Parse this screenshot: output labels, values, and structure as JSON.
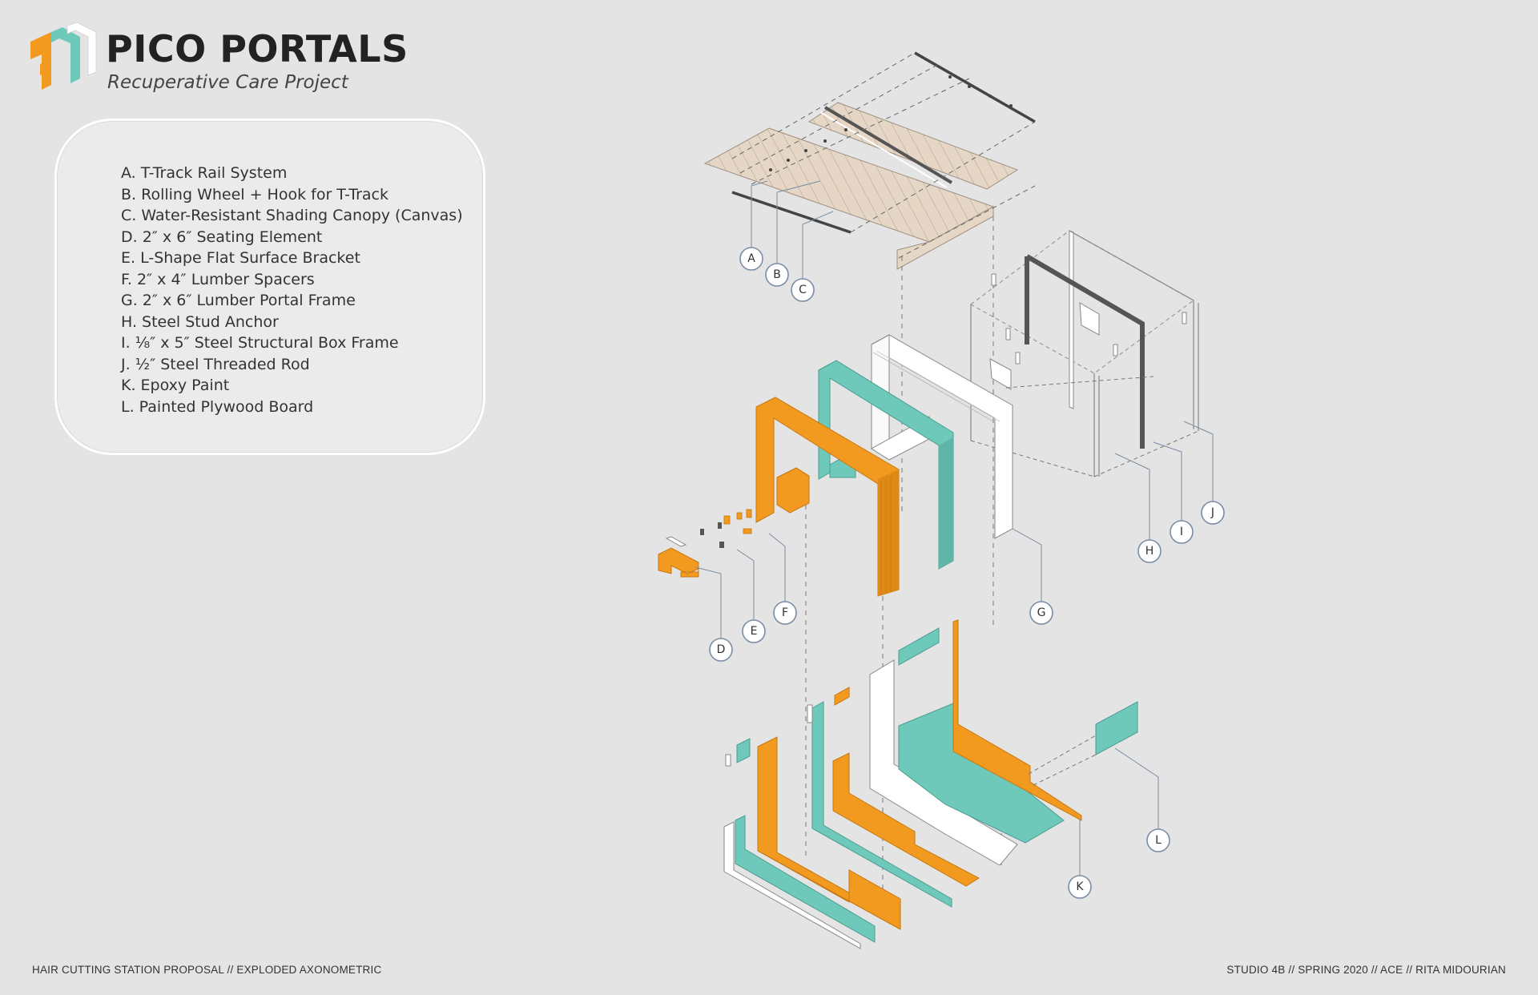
{
  "header": {
    "title": "PICO PORTALS",
    "subtitle": "Recuperative Care Project"
  },
  "legend": {
    "items": [
      "A. T-Track Rail System",
      "B. Rolling Wheel + Hook for T-Track",
      "C. Water-Resistant Shading Canopy (Canvas)",
      "D. 2″ x 6″ Seating Element",
      "E. L-Shape Flat Surface Bracket",
      "F. 2″ x 4″ Lumber Spacers",
      "G. 2″ x 6″ Lumber Portal Frame",
      "H. Steel Stud Anchor",
      "I. ¹⁄₈″ x 5″ Steel Structural Box Frame",
      "J. ¹⁄₂″ Steel Threaded Rod",
      "K. Epoxy Paint",
      "L. Painted Plywood Board"
    ]
  },
  "callouts": [
    "A",
    "B",
    "C",
    "D",
    "E",
    "F",
    "G",
    "H",
    "I",
    "J",
    "K",
    "L"
  ],
  "colors": {
    "background": "#e4e4e4",
    "orange": "#f29a1f",
    "teal": "#6ec9bb",
    "canvas": "#e6d6c6",
    "steel": "#555555",
    "callout_line": "#7b8da4"
  },
  "footer": {
    "left": "HAIR CUTTING STATION PROPOSAL // EXPLODED AXONOMETRIC",
    "right": "STUDIO 4B // SPRING 2020 // ACE // RITA MIDOURIAN"
  }
}
